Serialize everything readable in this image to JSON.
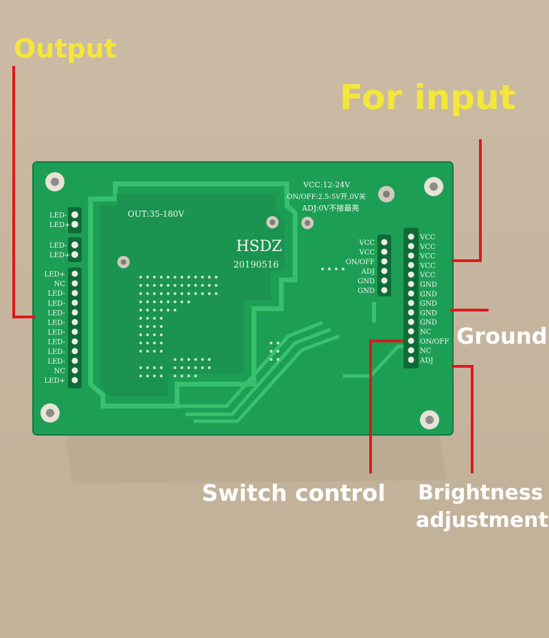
{
  "callouts": {
    "output": "Output",
    "for_input": "For input",
    "ground": "Ground",
    "switch_control": "Switch control",
    "brightness_line1": "Brightness",
    "brightness_line2": "adjustment"
  },
  "board": {
    "model": "HSDZ",
    "date_code": "20190516",
    "output_spec": "OUT:35-180V",
    "input_spec": {
      "vcc": "VCC:12-24V",
      "on_off": "ON/OFF:2.5-5V开,0V关",
      "adj": "ADJ:0V不接最亮"
    },
    "led_top_pins": [
      "LED-",
      "LED+"
    ],
    "led_mid_pins": [
      "LED-",
      "LED+"
    ],
    "led_main_pins": [
      "LED+",
      "NC",
      "LED-",
      "LED-",
      "LED-",
      "LED-",
      "LED-",
      "LED-",
      "LED-",
      "LED-",
      "NC",
      "LED+"
    ],
    "small_connector_pins": [
      "VCC",
      "VCC",
      "ON/OFF",
      "ADJ",
      "GND",
      "GND"
    ],
    "main_connector_pins": [
      "VCC",
      "VCC",
      "VCC",
      "VCC",
      "VCC",
      "GND",
      "GND",
      "GND",
      "GND",
      "GND",
      "NC",
      "ON/OFF",
      "NC",
      "ADJ"
    ]
  },
  "colors": {
    "pcb": "#1fa35a",
    "callout_yellow": "#f5e63a",
    "leader_red": "#e0161b"
  }
}
